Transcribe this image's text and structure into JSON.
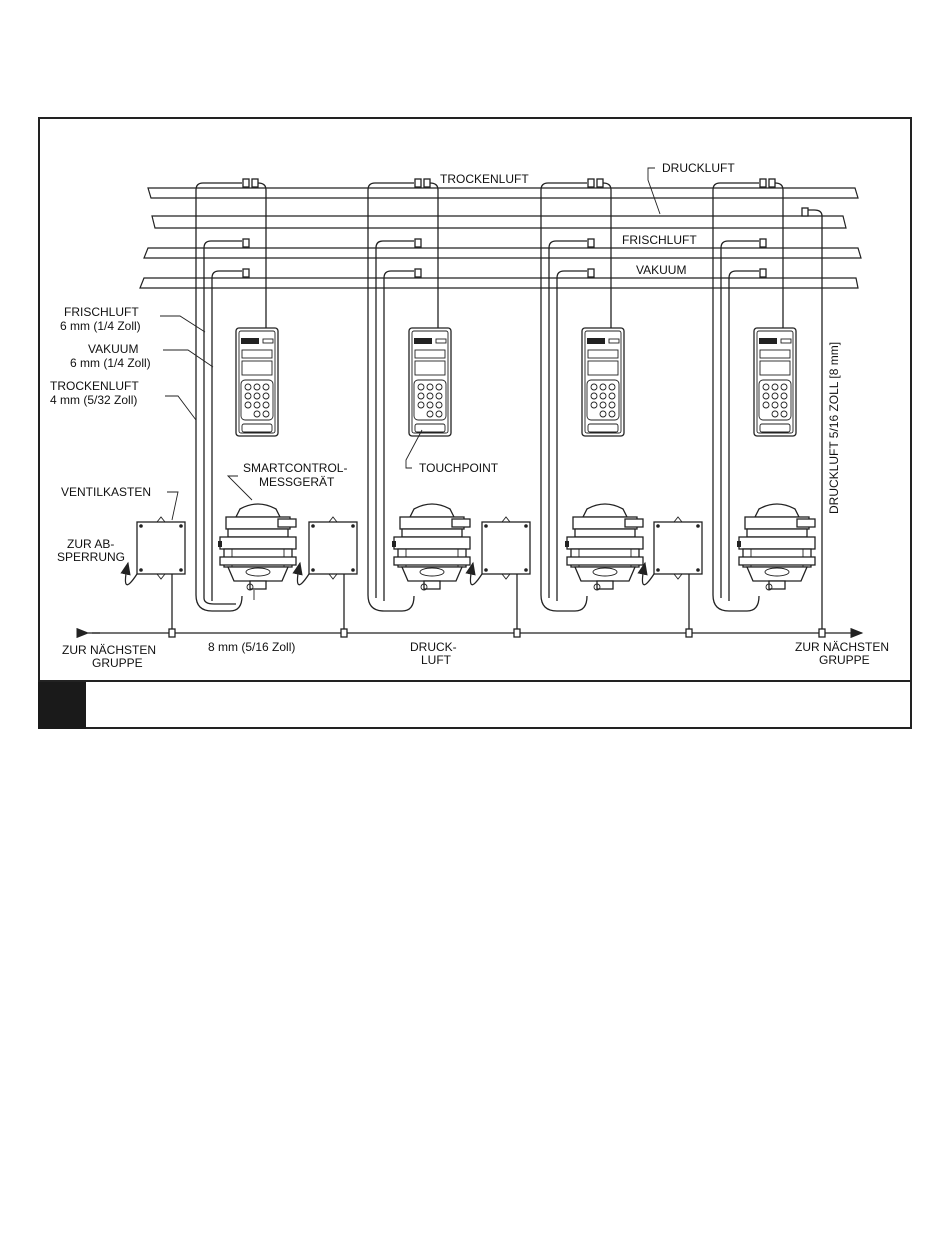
{
  "labels": {
    "druckluft": "DRUCKLUFT",
    "trockenluft": "TROCKENLUFT",
    "frischluft": "FRISCHLUFT",
    "vakuum": "VAKUUM",
    "frischluft_size_1": "FRISCHLUFT",
    "frischluft_size_2": "6 mm (1/4 Zoll)",
    "vakuum_size_1": "VAKUUM",
    "vakuum_size_2": "6 mm (1/4 Zoll)",
    "trockenluft_size_1": "TROCKENLUFT",
    "trockenluft_size_2": "4 mm (5/32 Zoll)",
    "smartcontrol_1": "SMARTCONTROL-",
    "smartcontrol_2": "MESSGERÄT",
    "touchpoint": "TOUCHPOINT",
    "ventilkasten": "VENTILKASTEN",
    "zur_absperrung_1": "ZUR AB-",
    "zur_absperrung_2": "SPERRUNG",
    "zur_naechsten_left_1": "ZUR NÄCHSTEN",
    "zur_naechsten_left_2": "GRUPPE",
    "pipe_size": "8 mm (5/16 Zoll)",
    "druck_1": "DRUCK-",
    "druck_2": "LUFT",
    "zur_naechsten_right_1": "ZUR NÄCHSTEN",
    "zur_naechsten_right_2": "GRUPPE",
    "druckluft_vertical": "DRUCKLUFT 5/16 ZOLL [8 mm]"
  }
}
